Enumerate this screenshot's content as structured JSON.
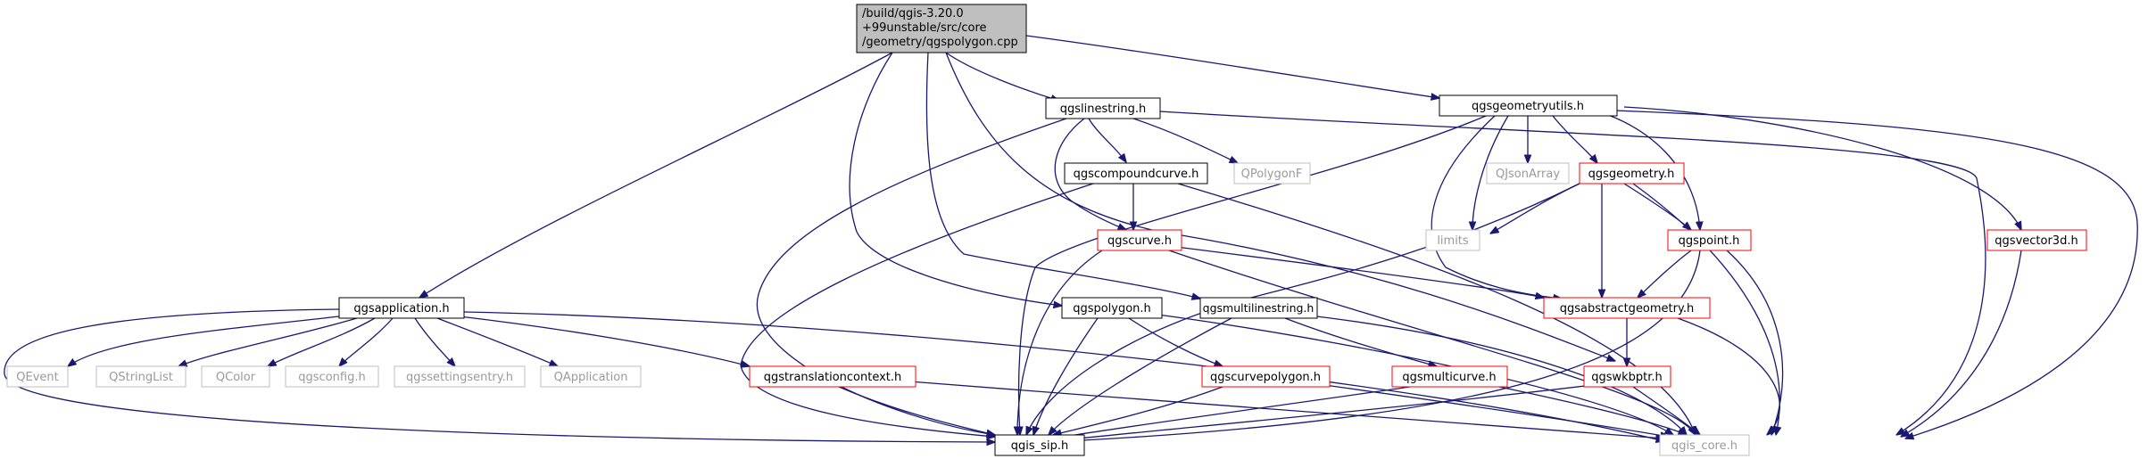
{
  "nodes": {
    "root": {
      "lines": [
        "/build/qgis-3.20.0",
        "+99unstable/src/core",
        "/geometry/qgspolygon.cpp"
      ],
      "style": "root"
    },
    "linestring": {
      "label": "qgslinestring.h",
      "style": "black"
    },
    "geomutils": {
      "label": "qgsgeometryutils.h",
      "style": "black"
    },
    "compound": {
      "label": "qgscompoundcurve.h",
      "style": "black"
    },
    "qpolygonf": {
      "label": "QPolygonF",
      "style": "gray"
    },
    "qjsonarray": {
      "label": "QJsonArray",
      "style": "gray"
    },
    "qgsgeometry": {
      "label": "qgsgeometry.h",
      "style": "red"
    },
    "limits": {
      "label": "limits",
      "style": "gray"
    },
    "qgscurve": {
      "label": "qgscurve.h",
      "style": "red"
    },
    "qgspoint": {
      "label": "qgspoint.h",
      "style": "red"
    },
    "vector3d": {
      "label": "qgsvector3d.h",
      "style": "red"
    },
    "application": {
      "label": "qgsapplication.h",
      "style": "black"
    },
    "polygon": {
      "label": "qgspolygon.h",
      "style": "black"
    },
    "multiline": {
      "label": "qgsmultilinestring.h",
      "style": "black"
    },
    "abstractgeom": {
      "label": "qgsabstractgeometry.h",
      "style": "red"
    },
    "qevent": {
      "label": "QEvent",
      "style": "gray"
    },
    "qstringlist": {
      "label": "QStringList",
      "style": "gray"
    },
    "qcolor": {
      "label": "QColor",
      "style": "gray"
    },
    "qgsconfig": {
      "label": "qgsconfig.h",
      "style": "gray"
    },
    "settings": {
      "label": "qgssettingsentry.h",
      "style": "gray"
    },
    "qapplication": {
      "label": "QApplication",
      "style": "gray"
    },
    "translation": {
      "label": "qgstranslationcontext.h",
      "style": "red"
    },
    "curvepolygon": {
      "label": "qgscurvepolygon.h",
      "style": "red"
    },
    "multicurve": {
      "label": "qgsmulticurve.h",
      "style": "red"
    },
    "wkbptr": {
      "label": "qgswkbptr.h",
      "style": "red"
    },
    "sip": {
      "label": "qgis_sip.h",
      "style": "black"
    },
    "core": {
      "label": "qgis_core.h",
      "style": "gray"
    }
  },
  "colors": {
    "edge": "#191970",
    "root_fill": "#bfbfbf",
    "black_border": "#000000",
    "red_border": "#ff0000",
    "gray_border": "#bfbfbf",
    "gray_text": "#9a9a9a"
  }
}
